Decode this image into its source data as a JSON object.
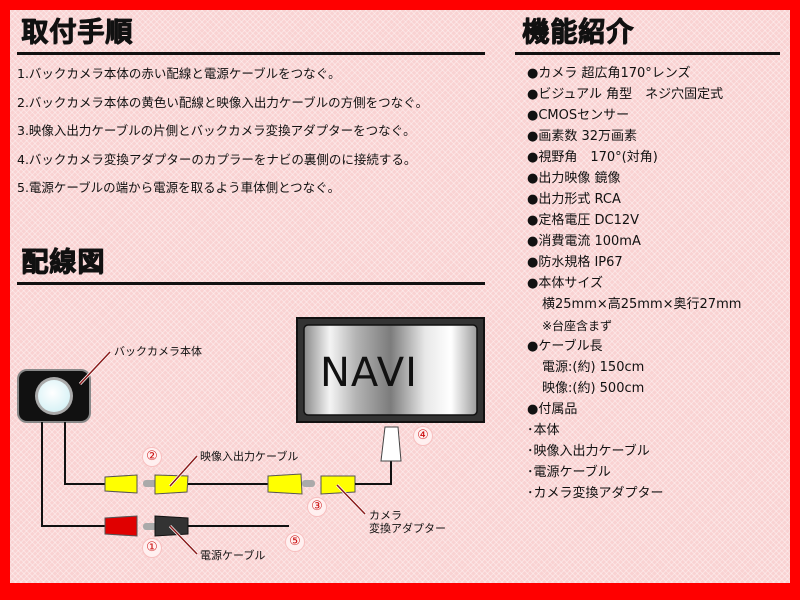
{
  "sections": {
    "install": {
      "title": "取付手順",
      "steps": [
        "1.バックカメラ本体の赤い配線と電源ケーブルをつなぐ。",
        "2.バックカメラ本体の黄色い配線と映像入出力ケーブルの方側をつなぐ。",
        "3.映像入出力ケーブルの片側とバックカメラ変換アダプターをつなぐ。",
        "4.バックカメラ変換アダプターのカプラーをナビの裏側のに接続する。",
        "5.電源ケーブルの端から電源を取るよう車体側とつなぐ。"
      ]
    },
    "features": {
      "title": "機能紹介",
      "items": [
        "●カメラ 超広角170°レンズ",
        "●ビジュアル 角型　ネジ穴固定式",
        "●CMOSセンサー",
        "●画素数 32万画素",
        "●視野角　170°(対角)",
        "●出力映像 鏡像",
        "●出力形式 RCA",
        "●定格電圧 DC12V",
        "●消費電流 100mA",
        "●防水規格 IP67",
        "●本体サイズ",
        "横25mm×高25mm×奥行27mm",
        "※台座含まず",
        "●ケーブル長",
        "電源:(約) 150cm",
        "映像:(約) 500cm",
        "●付属品",
        "･本体",
        "･映像入出力ケーブル",
        "･電源ケーブル",
        "･カメラ変換アダプター"
      ]
    },
    "wiring": {
      "title": "配線図",
      "labels": {
        "camera": "バックカメラ本体",
        "video_cable": "映像入出力ケーブル",
        "power_cable": "電源ケーブル",
        "adapter_line1": "カメラ",
        "adapter_line2": "変換アダプター",
        "navi": "NAVI"
      },
      "numbers": [
        "①",
        "②",
        "③",
        "④",
        "⑤"
      ]
    }
  },
  "colors": {
    "frame": "#ff0000",
    "background": "#f9d2d2",
    "yellow_plug": "#ffff00",
    "red_plug": "#e00000",
    "black_plug": "#333333",
    "leader_line": "#8b1a1a",
    "number_text": "#cc1111"
  }
}
